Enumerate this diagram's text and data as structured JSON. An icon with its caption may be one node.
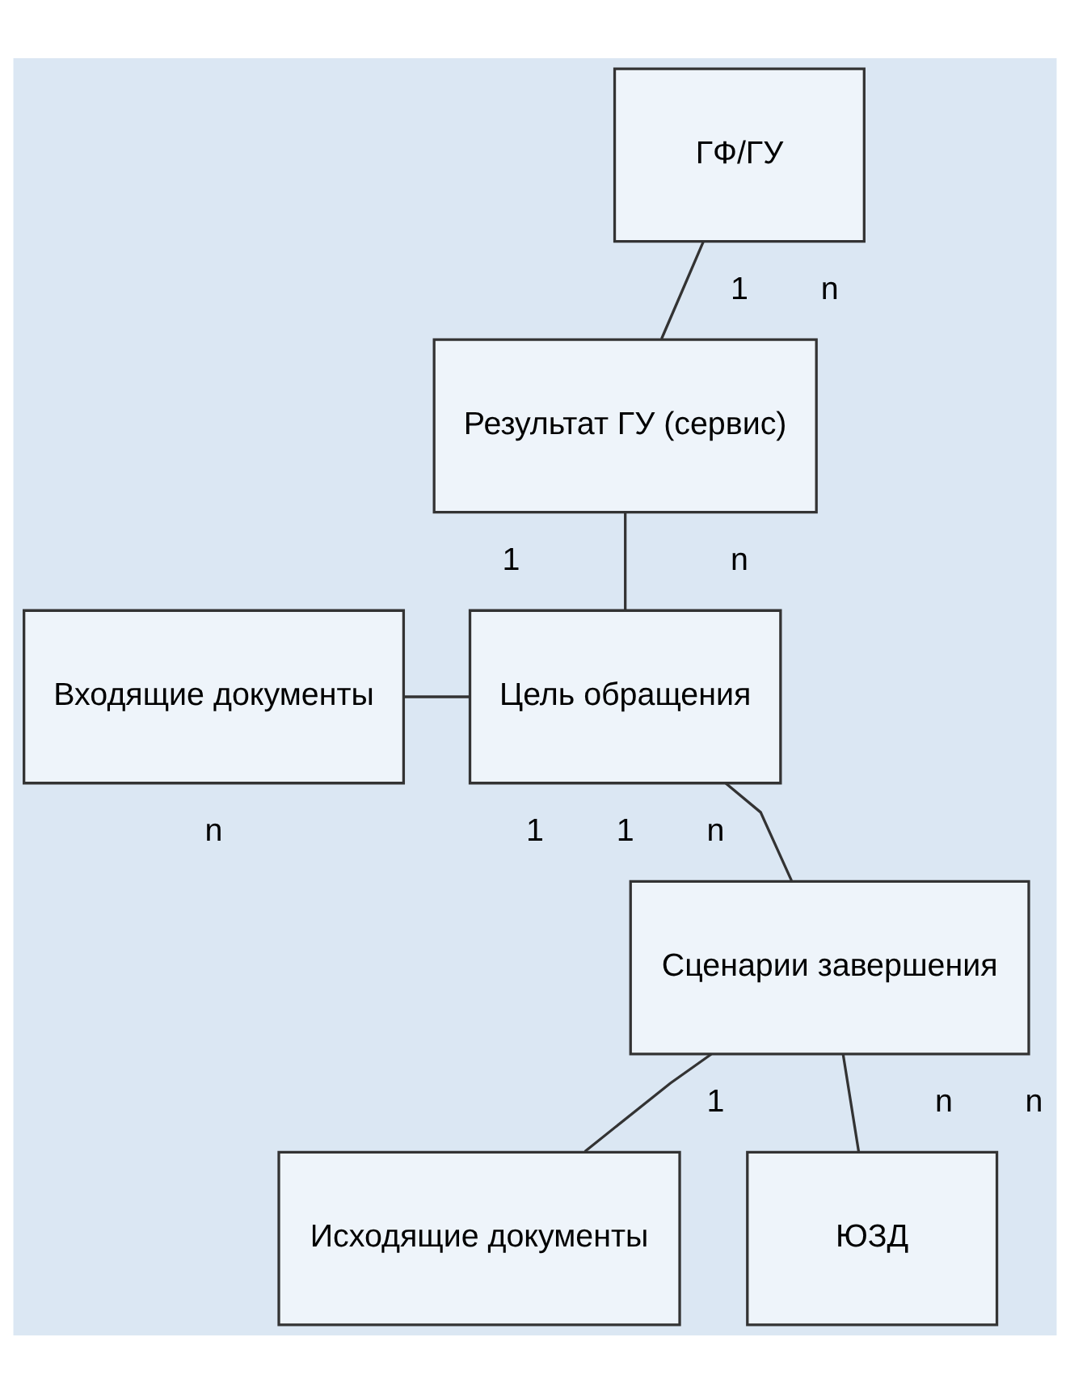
{
  "diagram": {
    "nodes": [
      {
        "text": [
          "ГФ/ГУ"
        ]
      },
      {
        "text": [
          "Результат ГУ (сервис)"
        ]
      },
      {
        "text": [
          "Входящие документы"
        ]
      },
      {
        "text": [
          "Цель обращения"
        ]
      },
      {
        "text": [
          "Сценарии завершения"
        ]
      },
      {
        "text": [
          "Исходящие документы"
        ]
      },
      {
        "text": [
          "ЮЗД"
        ]
      }
    ],
    "edges": [
      {
        "from": 0,
        "to": 1,
        "arrow": "none"
      },
      {
        "from": 1,
        "to": 3,
        "arrow": "none"
      },
      {
        "from": 3,
        "to": 2,
        "arrow": "none"
      },
      {
        "from": 3,
        "to": 4,
        "arrow": "none"
      },
      {
        "from": 4,
        "to": 5,
        "arrow": "none"
      },
      {
        "from": 4,
        "to": 6,
        "arrow": "none"
      }
    ],
    "labels": [
      "1",
      "n",
      "1",
      "n",
      "n",
      "1",
      "1",
      "n",
      "1",
      "n",
      "n"
    ]
  }
}
